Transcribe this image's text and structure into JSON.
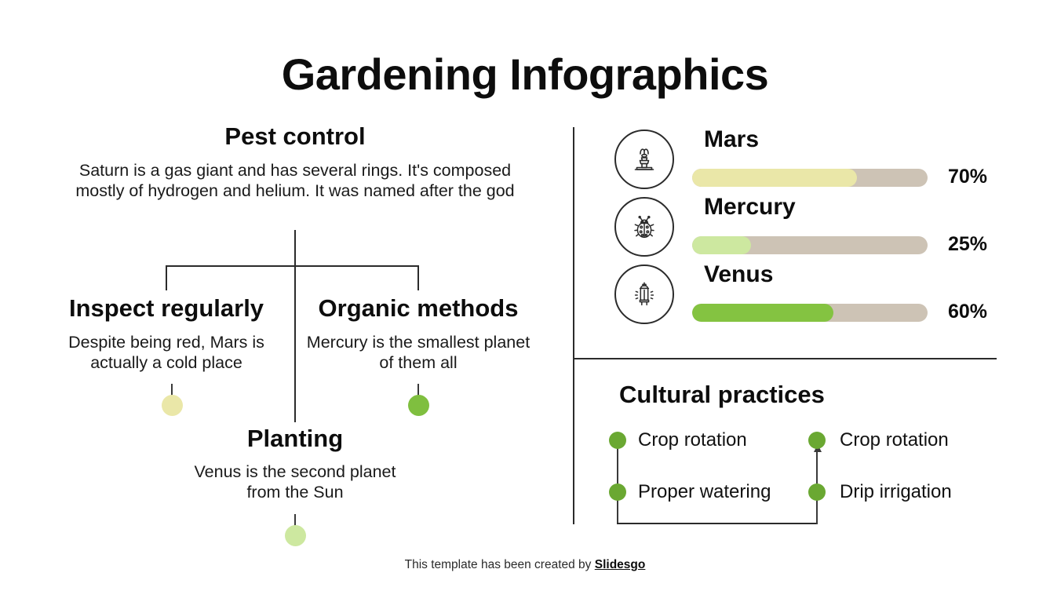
{
  "title": "Gardening Infographics",
  "tree": {
    "root": {
      "heading": "Pest control",
      "body": "Saturn is a gas giant and has several rings. It's composed mostly of hydrogen and helium. It was named after the god"
    },
    "branches": [
      {
        "heading": "Inspect regularly",
        "body": "Despite being red, Mars is actually a cold place",
        "dot_color": "#eae7a8"
      },
      {
        "heading": "Organic methods",
        "body": "Mercury is the smallest planet of them all",
        "dot_color": "#7fbf3f"
      },
      {
        "heading": "Planting",
        "body": "Venus is the second planet from the Sun",
        "dot_color": "#cde8a0"
      }
    ]
  },
  "progress": {
    "track_color": "#cdc3b5",
    "rows": [
      {
        "label": "Mars",
        "percent": 70,
        "percent_label": "70%",
        "fill_color": "#eae7a8",
        "icon": "fountain-icon"
      },
      {
        "label": "Mercury",
        "percent": 25,
        "percent_label": "25%",
        "fill_color": "#cde8a0",
        "icon": "ladybug-icon"
      },
      {
        "label": "Venus",
        "percent": 60,
        "percent_label": "60%",
        "fill_color": "#84c341",
        "icon": "lantern-icon"
      }
    ]
  },
  "cultural": {
    "heading": "Cultural practices",
    "dot_color": "#6aa832",
    "items": [
      {
        "label": "Crop rotation"
      },
      {
        "label": "Crop rotation"
      },
      {
        "label": "Proper watering"
      },
      {
        "label": "Drip irrigation"
      }
    ]
  },
  "footer": {
    "text": "This template has been created by ",
    "brand": "Slidesgo"
  }
}
